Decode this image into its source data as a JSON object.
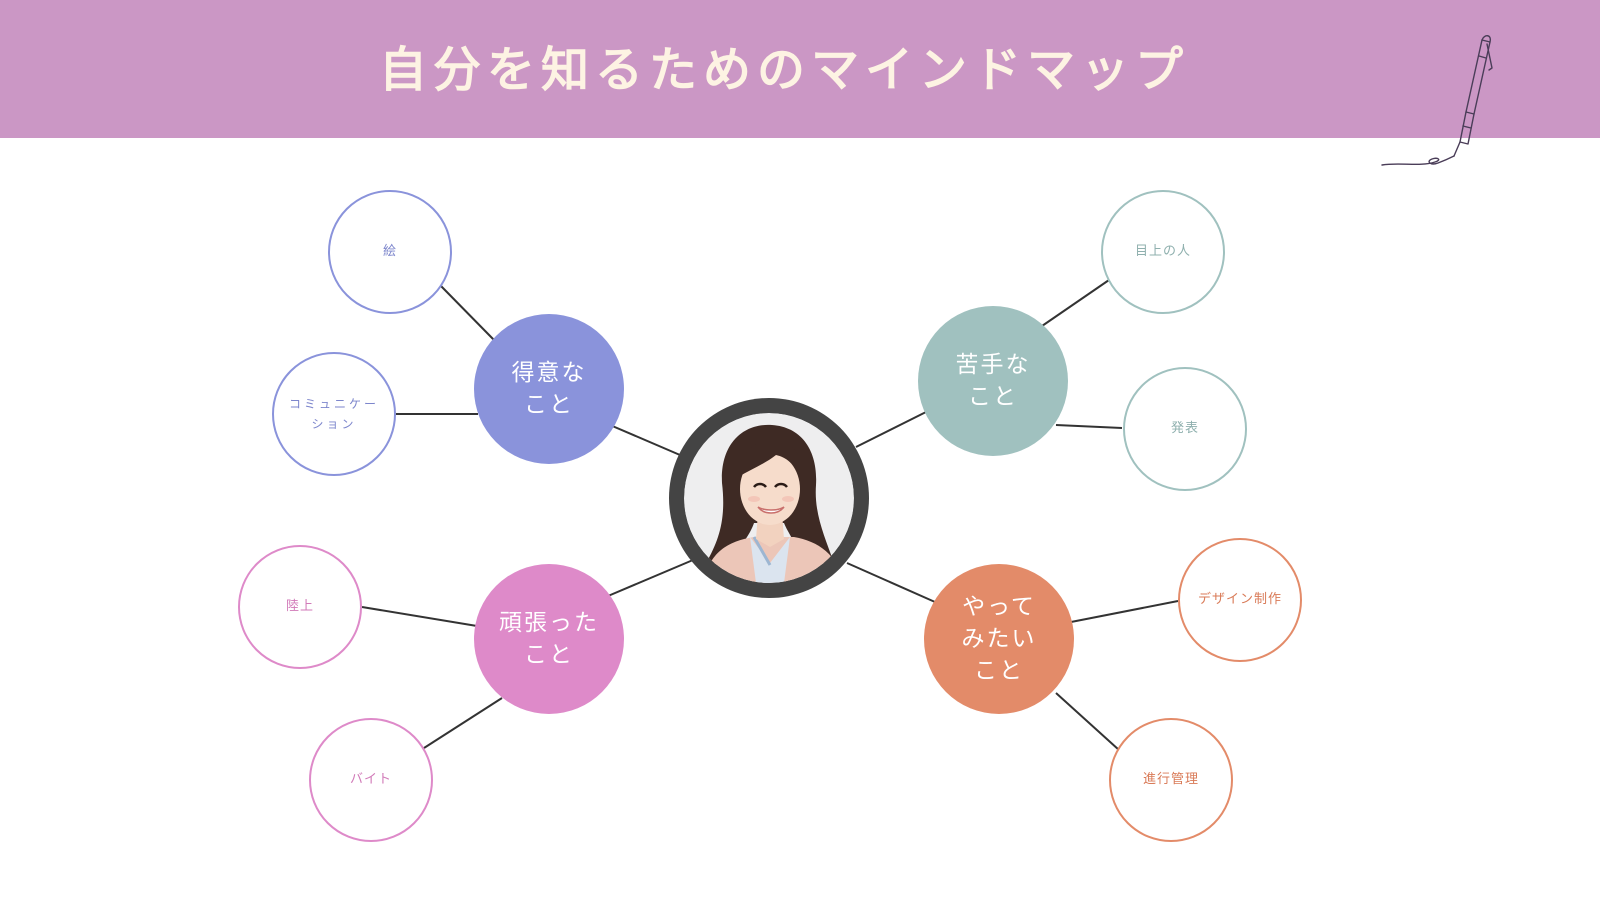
{
  "header": {
    "title": "自分を知るためのマインドマップ",
    "background": "#cb97c5",
    "title_color": "#fdf3e3"
  },
  "center": {
    "image": "profile-photo",
    "ring_color": "#444444"
  },
  "topics": {
    "good": {
      "label": "得意な\nこと",
      "color": "#8a93db"
    },
    "bad": {
      "label": "苦手な\nこと",
      "color": "#a0c1bf"
    },
    "effort": {
      "label": "頑張った\nこと",
      "color": "#de8ac9"
    },
    "want": {
      "label": "やって\nみたい\nこと",
      "color": "#e38b69"
    }
  },
  "leaves": {
    "e": "絵",
    "communication": "コミュニケー\nション",
    "meue": "目上の人",
    "happyo": "発表",
    "rikujo": "陸上",
    "baito": "バイト",
    "design": "デザイン制作",
    "shinko": "進行管理"
  },
  "decor": {
    "pen": "pen-drawing-icon"
  }
}
